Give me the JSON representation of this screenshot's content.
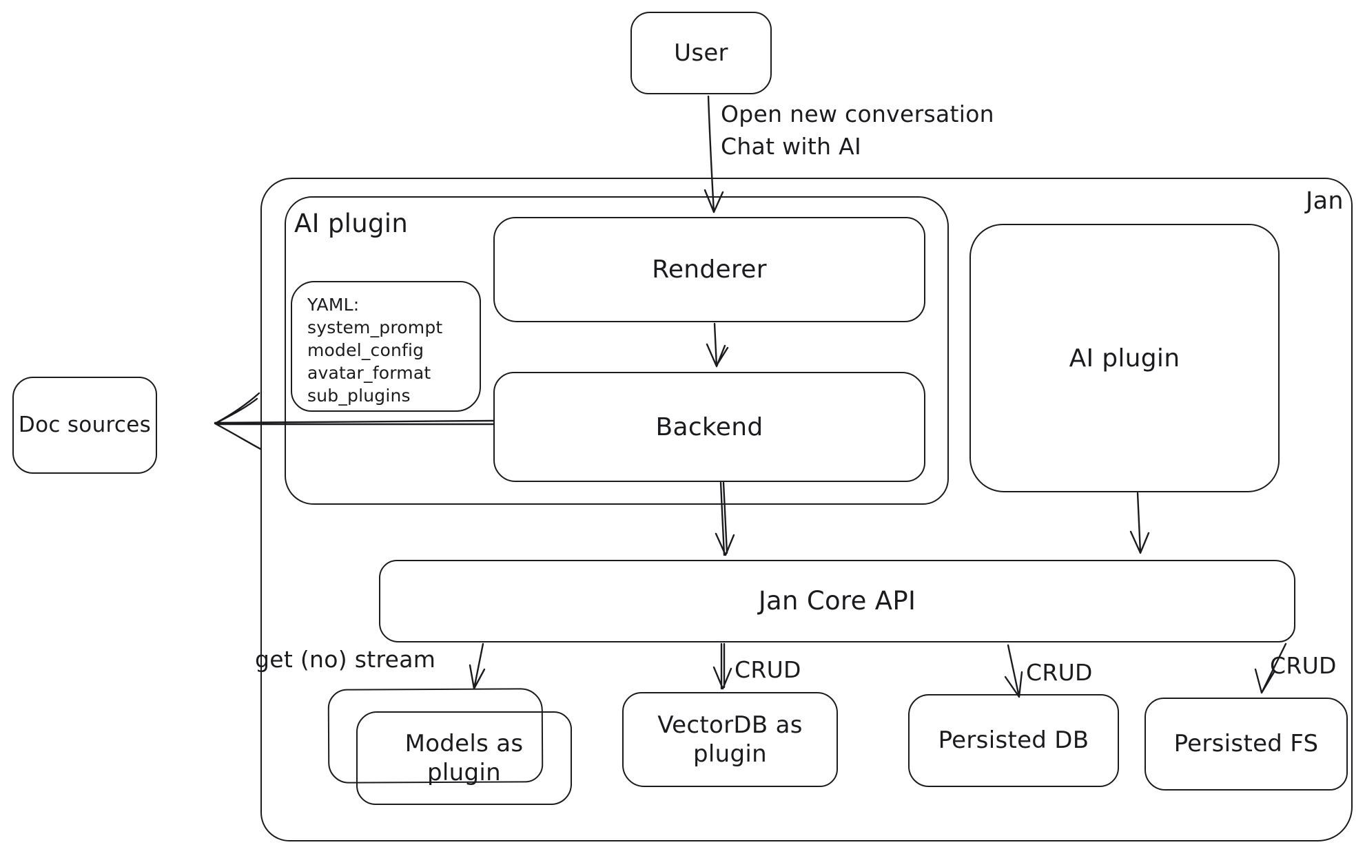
{
  "diagram": {
    "colors": {
      "background": "#ffffff",
      "stroke": "#1b1b1f"
    },
    "nodes": {
      "user": {
        "label": "User"
      },
      "jan_container": {
        "label": "Jan"
      },
      "ai_plugin_left": {
        "label": "AI plugin"
      },
      "renderer": {
        "label": "Renderer"
      },
      "backend": {
        "label": "Backend"
      },
      "yaml_note": {
        "lines": [
          "YAML:",
          "system_prompt",
          "model_config",
          "avatar_format",
          "sub_plugins"
        ]
      },
      "ai_plugin_right": {
        "label": "AI plugin"
      },
      "jan_core_api": {
        "label": "Jan Core API"
      },
      "doc_sources": {
        "label": "Doc sources"
      },
      "models_as_plugin": {
        "label": "Models as plugin"
      },
      "vectordb_as_plugin": {
        "label": "VectorDB as plugin"
      },
      "persisted_db": {
        "label": "Persisted DB"
      },
      "persisted_fs": {
        "label": "Persisted FS"
      }
    },
    "edges": {
      "user_to_renderer": {
        "label": [
          "Open new conversation",
          "Chat with AI"
        ]
      },
      "jan_core_to_models": {
        "label": "get (no) stream"
      },
      "jan_core_to_vectordb": {
        "label": "CRUD"
      },
      "jan_core_to_persisted_db": {
        "label": "CRUD"
      },
      "jan_core_to_persisted_fs": {
        "label": "CRUD"
      }
    }
  }
}
